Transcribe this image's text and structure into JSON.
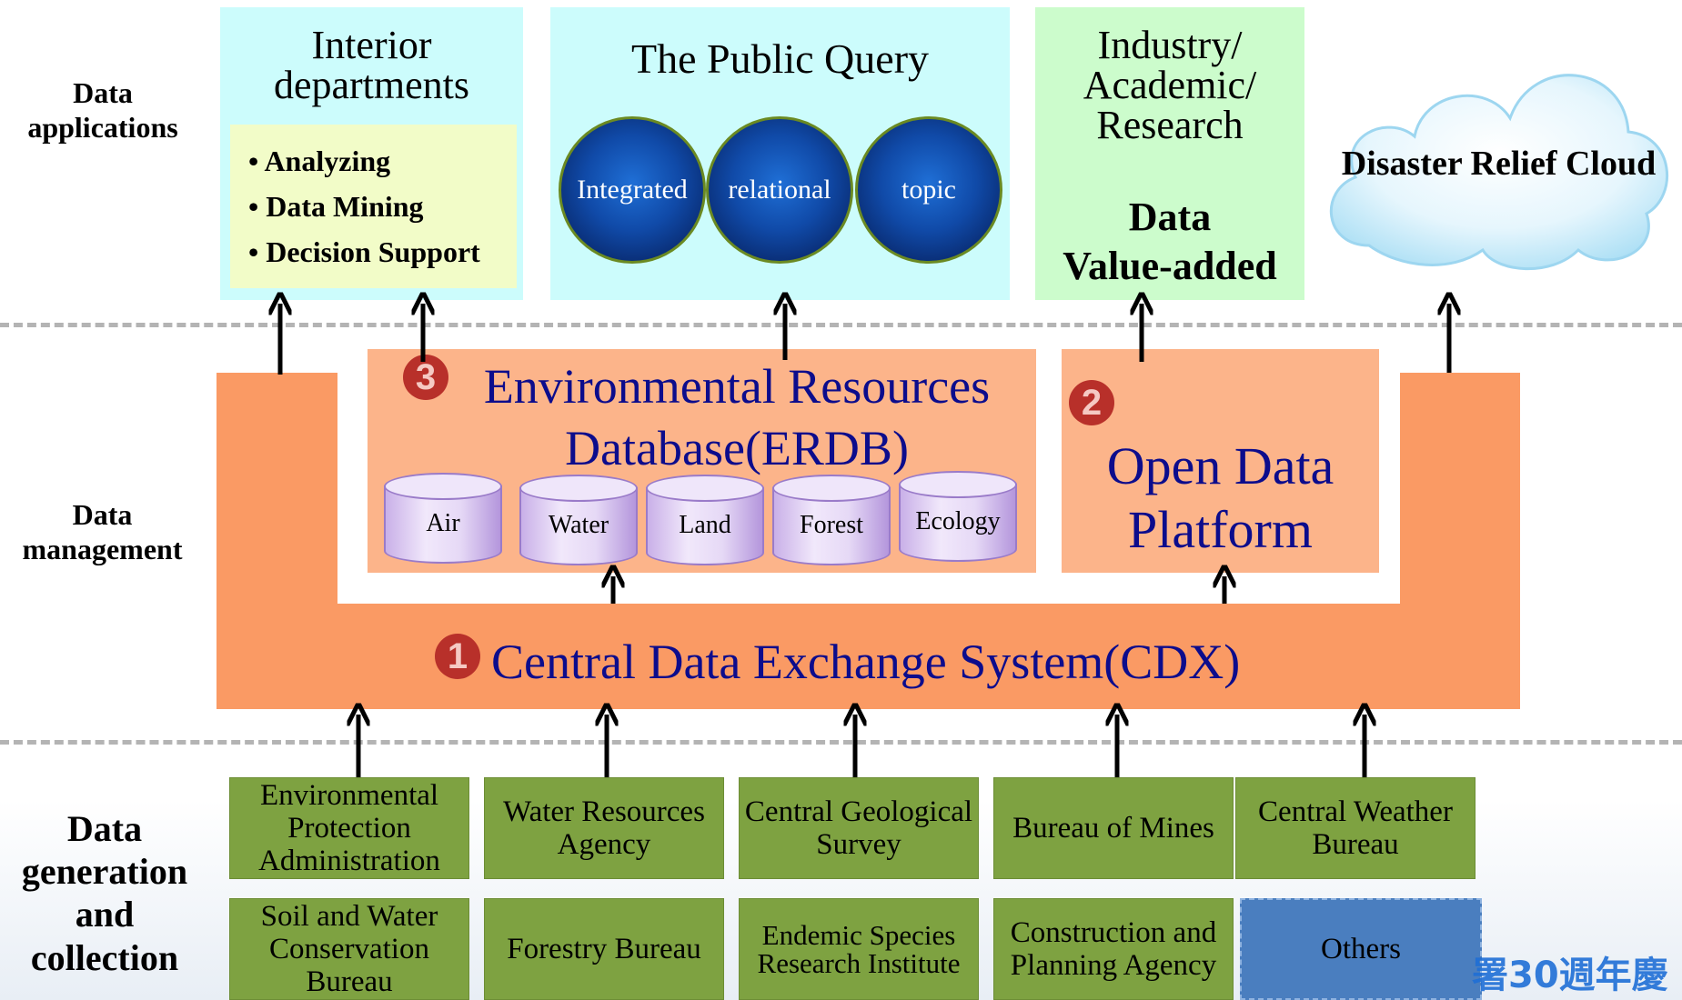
{
  "rows": {
    "applications": "Data applications",
    "management": "Data management",
    "generation": "Data generation and collection"
  },
  "interior": {
    "title": "Interior departments",
    "items": [
      "Analyzing",
      "Data Mining",
      "Decision Support"
    ]
  },
  "public_query": {
    "title": "The Public Query",
    "spheres": [
      "Integrated",
      "relational",
      "topic"
    ]
  },
  "industry": {
    "title_lines": [
      "Industry/",
      "Academic/",
      "Research"
    ],
    "value_lines": [
      "Data",
      "Value-added"
    ]
  },
  "cloud": {
    "label": "Disaster Relief Cloud"
  },
  "erdb": {
    "number": "3",
    "title_lines": [
      "Environmental Resources",
      "Database(ERDB)"
    ],
    "databases": [
      "Air",
      "Water",
      "Land",
      "Forest",
      "Ecology"
    ]
  },
  "open_data": {
    "number": "2",
    "title_lines": [
      "Open Data",
      "Platform"
    ]
  },
  "cdx": {
    "number": "1",
    "title": "Central Data Exchange System(CDX)"
  },
  "agencies_row1": [
    "Environmental Protection Administration",
    "Water Resources Agency",
    "Central Geological Survey",
    "Bureau of Mines",
    "Central Weather Bureau"
  ],
  "agencies_row2": [
    "Soil and Water Conservation Bureau",
    "Forestry Bureau",
    "Endemic Species Research Institute",
    "Construction and Planning Agency",
    "Others"
  ],
  "watermark": "署30週年慶",
  "colors": {
    "cyan_box": "#ccfcfc",
    "green_box": "#ccfccc",
    "orange": "#fa9a64",
    "salmon": "#fcb48a",
    "agency_green": "#7ea241",
    "others_blue": "#4a7ebf",
    "text_blue": "#0c0c8c"
  }
}
